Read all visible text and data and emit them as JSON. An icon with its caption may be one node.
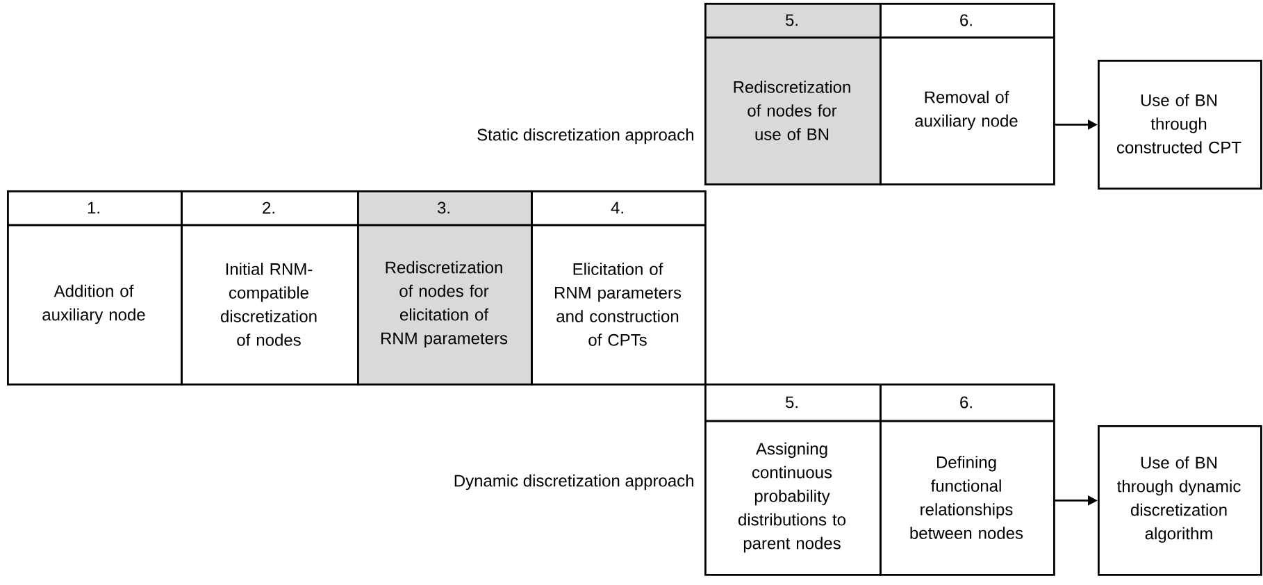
{
  "diagram": {
    "nodes": [
      {
        "text": [
          "5.",
          "Rediscretization of nodes for use of BN"
        ]
      },
      {
        "text": [
          "6.",
          "Removal of auxiliary node"
        ]
      },
      {
        "text": [
          "Use of BN through constructed CPT"
        ]
      },
      {
        "text": [
          "1.",
          "Addition of auxiliary node"
        ]
      },
      {
        "text": [
          "2.",
          "Initial RNM-compatible discretization of nodes"
        ]
      },
      {
        "text": [
          "3.",
          "Rediscretization of nodes for elicitation of RNM parameters"
        ]
      },
      {
        "text": [
          "4.",
          "Elicitation of RNM parameters and construction of CPTs"
        ]
      },
      {
        "text": [
          "5.",
          "Assigning continuous probability distributions to parent nodes"
        ]
      },
      {
        "text": [
          "6.",
          "Defining functional relationships between nodes"
        ]
      },
      {
        "text": [
          "Use of BN through dynamic discretization algorithm"
        ]
      }
    ],
    "edges": [
      {
        "from": 1,
        "to": 2,
        "arrow": "to"
      },
      {
        "from": 8,
        "to": 9,
        "arrow": "to"
      }
    ],
    "labels": [
      "Static discretization approach",
      "Dynamic discretization approach"
    ]
  }
}
